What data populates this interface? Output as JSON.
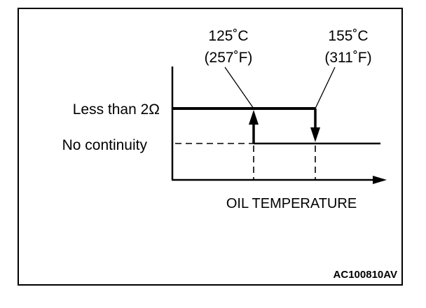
{
  "figure": {
    "threshold_low": {
      "celsius": "125˚C",
      "fahrenheit": "(257˚F)"
    },
    "threshold_high": {
      "celsius": "155˚C",
      "fahrenheit": "(311˚F)"
    },
    "states": {
      "upper": "Less than 2Ω",
      "lower": "No continuity"
    },
    "x_axis_label": "OIL TEMPERATURE",
    "figure_code": "AC100810AV"
  }
}
